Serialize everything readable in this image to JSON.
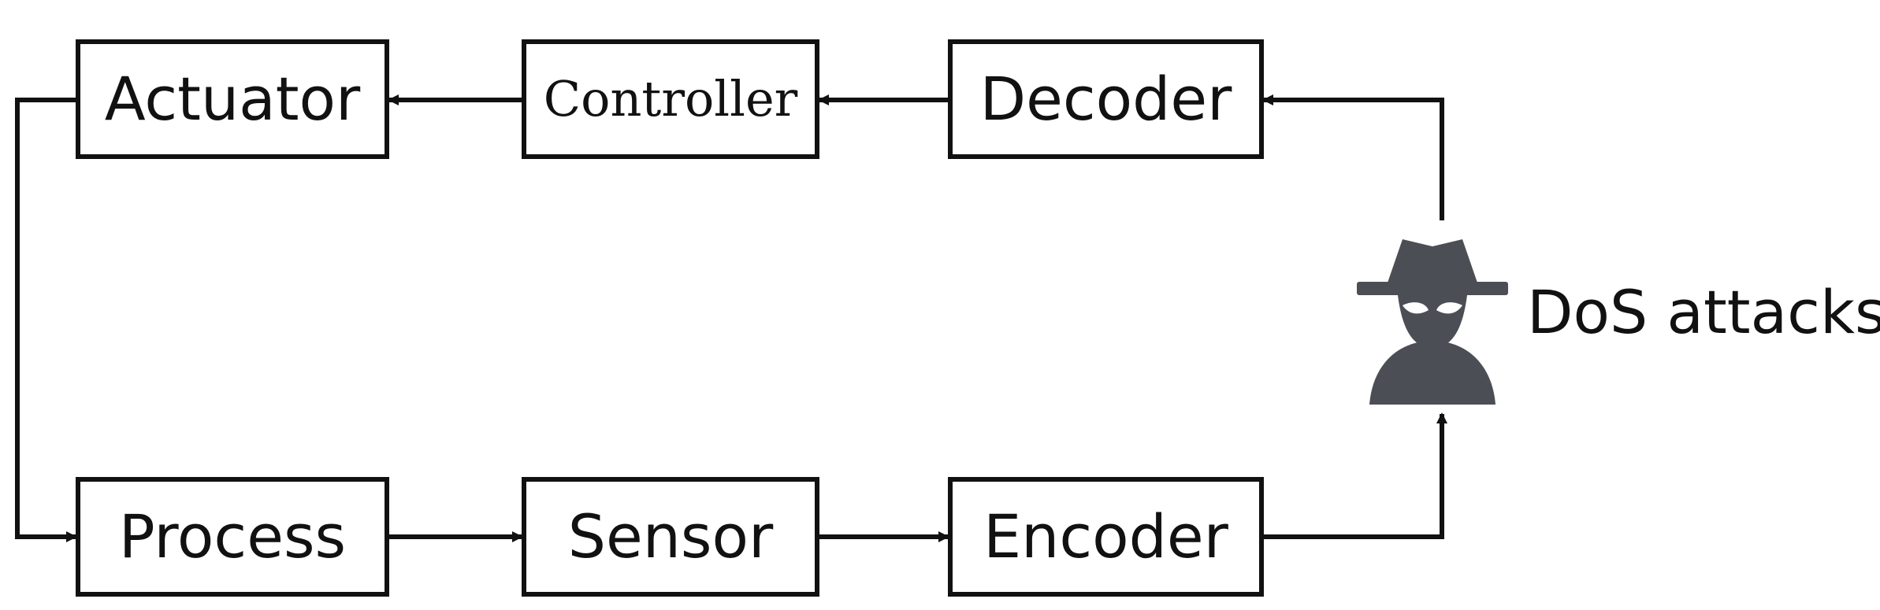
{
  "diagram": {
    "blocks": {
      "actuator": "Actuator",
      "controller": "Controller",
      "decoder": "Decoder",
      "process": "Process",
      "sensor": "Sensor",
      "encoder": "Encoder"
    },
    "attacker": {
      "label": "DoS attacks",
      "icon": "spy-icon"
    },
    "colors": {
      "stroke": "#111111",
      "icon_fill": "#4b4f55",
      "background": "#ffffff"
    }
  }
}
